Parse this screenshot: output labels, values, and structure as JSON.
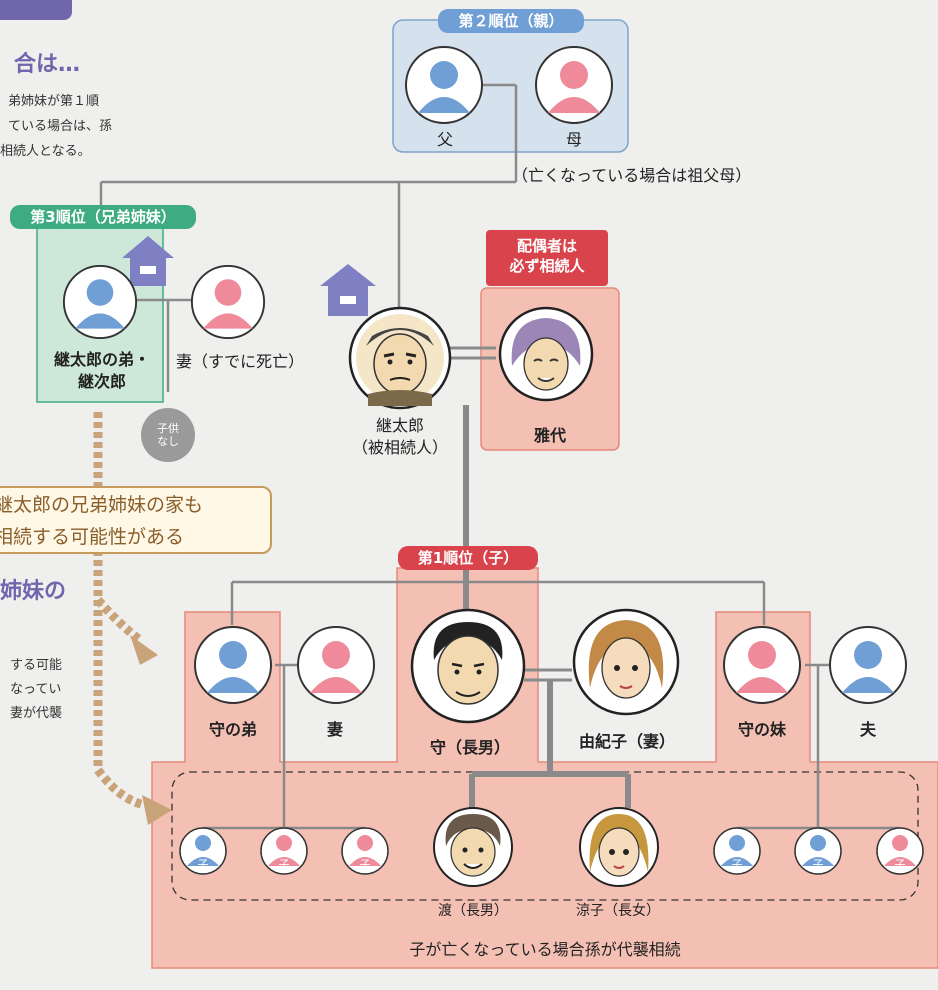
{
  "left_panel": {
    "heading1": "合は…",
    "body1": [
      "弟姉妹が第１順",
      "ている場合は、孫",
      "相続人となる。"
    ],
    "heading2": "姉妹の",
    "body2": [
      "する可能",
      "なってい",
      "妻が代襲"
    ],
    "callout": [
      "継太郎の兄弟姉妹の家も",
      "相続する可能性がある"
    ]
  },
  "rank2": {
    "badge": "第２順位（親）",
    "father": "父",
    "mother": "母",
    "note": "（亡くなっている場合は祖父母）"
  },
  "rank3": {
    "badge": "第3順位（兄弟姉妹）",
    "brother": [
      "継太郎の弟・",
      "継次郎"
    ],
    "wife": "妻（すでに死亡）",
    "no_child": [
      "子供",
      "なし"
    ]
  },
  "deceased": [
    "継太郎",
    "（被相続人）"
  ],
  "spouse": {
    "badge": [
      "配偶者は",
      "必ず相続人"
    ],
    "name": "雅代"
  },
  "rank1": {
    "badge": "第1順位（子）",
    "mamoru_brother": "守の弟",
    "brother_wife": "妻",
    "mamoru": "守（長男）",
    "yukiko": "由紀子（妻）",
    "mamoru_sister": "守の妹",
    "sister_husband": "夫",
    "wataru": "渡（長男）",
    "ryoko": "涼子（長女）",
    "child": "子",
    "bottom_note": "子が亡くなっている場合孫が代襲相続"
  },
  "colors": {
    "blue": "#6f9fd4",
    "pink": "#ee8a9a",
    "green": "#3eab83",
    "red": "#d9434c",
    "rank2_bg": "#d5e2ee",
    "rank3_bg": "#cde8d9",
    "pink_bg": "#f4c0b4",
    "purple": "#6f66ad"
  }
}
